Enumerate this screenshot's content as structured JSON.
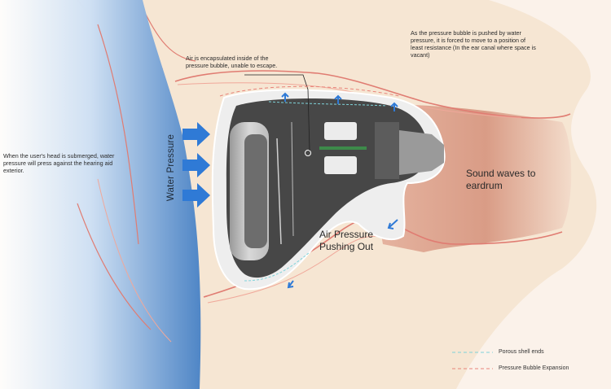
{
  "labels": {
    "submerged_note": "When the user's head is submerged, water pressure will press against the hearing aid exterior.",
    "encapsulated_note": "Air is encapsulated inside of the pressure bubble, unable to escape.",
    "bubble_pushed_note": "As the pressure bubble is pushed by water pressure, it is forced to move to a position of least resistance (In the ear canal where space is vacant)",
    "water_pressure": "Water Pressure",
    "sound_waves": "Sound waves to eardrum",
    "air_pressure": "Air Pressure Pushing Out"
  },
  "legend": [
    {
      "label": "Porous shell ends",
      "color": "#7fd3d9",
      "style": "dashed"
    },
    {
      "label": "Pressure Bubble Expansion",
      "color": "#e8847a",
      "style": "dashed"
    }
  ],
  "colors": {
    "water": "#4f86c6",
    "skin": "#f3dcc6",
    "canal": "#d79d88",
    "arrow": "#2f7ad6",
    "device": "#4a4a4a"
  }
}
